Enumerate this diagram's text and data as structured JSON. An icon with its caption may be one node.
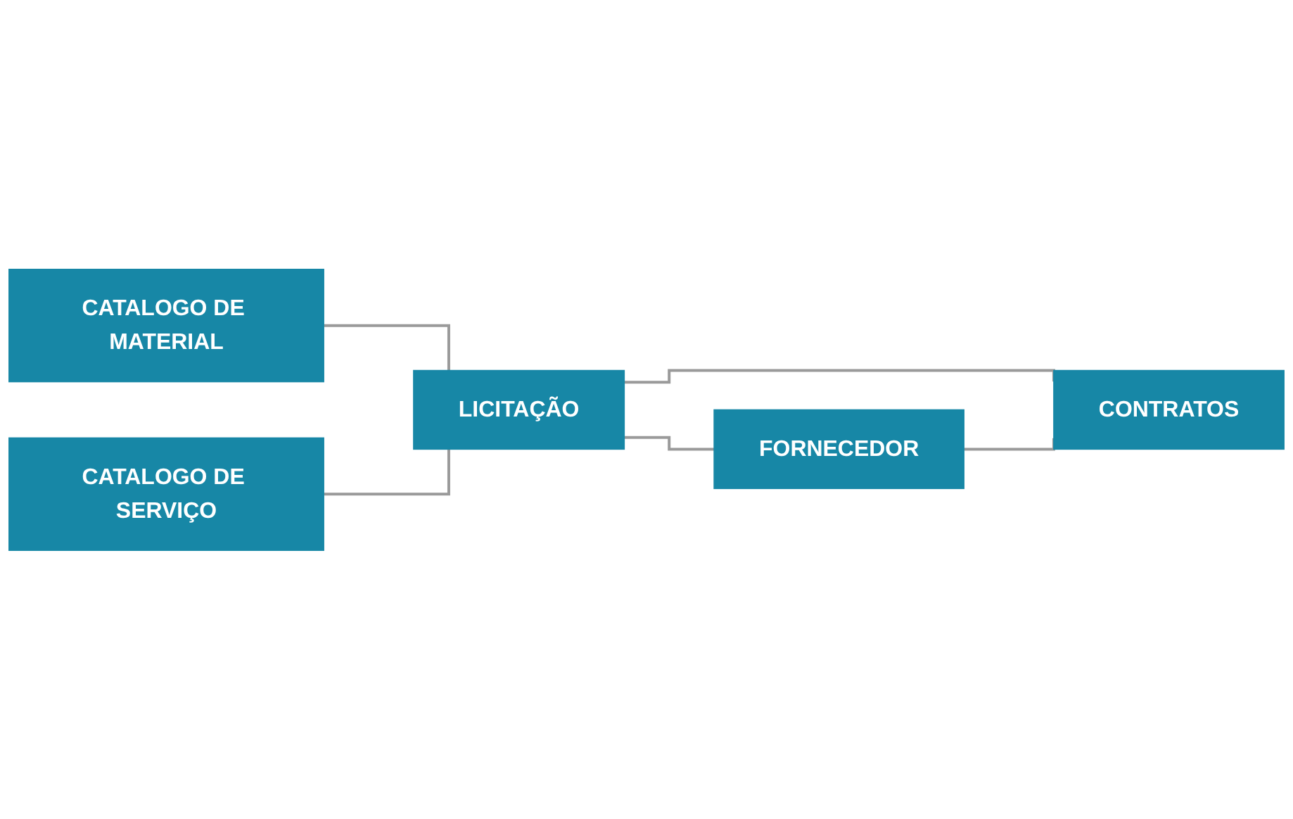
{
  "diagram": {
    "nodes": [
      {
        "text": [
          "CATALOGO DE MATERIAL"
        ]
      },
      {
        "text": [
          "LICITAÇÃO"
        ]
      },
      {
        "text": [
          "FORNECEDOR"
        ]
      },
      {
        "text": [
          "CATALOGO DE SERVIÇO"
        ]
      },
      {
        "text": [
          "CONTRATOS"
        ]
      }
    ],
    "edges": [
      {
        "from": 0,
        "to": 1,
        "arrow": "none"
      },
      {
        "from": 3,
        "to": 1,
        "arrow": "none"
      },
      {
        "from": 1,
        "to": 2,
        "arrow": "none"
      },
      {
        "from": 1,
        "to": 4,
        "arrow": "none"
      },
      {
        "from": 2,
        "to": 4,
        "arrow": "none"
      }
    ]
  }
}
